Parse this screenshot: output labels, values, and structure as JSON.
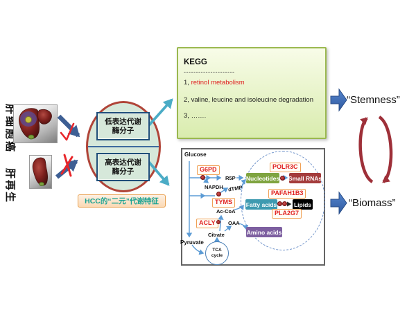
{
  "left_panel": {
    "hcc_label": "肝细胞癌",
    "regen_label": "肝再生"
  },
  "ellipse": {
    "low_line1": "低表达代谢",
    "low_line2": "酶分子",
    "high_line1": "高表达代谢",
    "high_line2": "酶分子",
    "caption": "HCC的“二元”代谢特征"
  },
  "kegg": {
    "title": "KEGG",
    "divider": "---------------------",
    "items": [
      {
        "num": "1,",
        "label": "retinol metabolism"
      },
      {
        "num": "2,",
        "label": "valine, leucine and isoleucine degradation"
      },
      {
        "num": "3,",
        "label": "……."
      }
    ]
  },
  "pathway": {
    "metabolites": {
      "glucose": "Glucose",
      "r5p": "R5P",
      "napdh": "NAPDH",
      "dtmp": "dTMP",
      "accoa": "Ac-CoA",
      "oaa": "OAA",
      "citrate": "Citrate",
      "pyruvate": "Pyruvate",
      "tca_line1": "TCA",
      "tca_line2": "cycle"
    },
    "enzymes": {
      "g6pd": "G6PD",
      "tyms": "TYMS",
      "acly": "ACLY",
      "polr3c": "POLR3C",
      "pafah1b3": "PAFAH1B3",
      "pla2g7": "PLA2G7"
    },
    "products": {
      "nucleotides": "Nucleotides",
      "small_rnas": "Small RNAs",
      "fatty_acids": "Fatty acids",
      "lipids": "Lipids",
      "amino_acids": "Amino acids"
    }
  },
  "right_panel": {
    "stemness": "“Stemness”",
    "biomass": "“Biomass”"
  },
  "colors": {
    "nucleotides_bg": "#7fa440",
    "small_rnas_bg": "#a43c3c",
    "fatty_acids_bg": "#3e9ab0",
    "lipids_bg": "#000000",
    "amino_acids_bg": "#7d5fa0",
    "enzyme_text": "#e02020",
    "enzyme_border": "#f0a054",
    "ellipse_fill": "#d6e8da",
    "ellipse_border": "#b04438",
    "caption_text": "#18a292",
    "kegg_border": "#9ab84f",
    "pathway_blue": "#5b9bd5",
    "cyan_arrow": "#4bacc6",
    "steel_arrow": "#3e5f94",
    "red_mark": "#e8262a",
    "cycle_arrow": "#9e3039",
    "block_arrow": "#3e6cb8"
  }
}
